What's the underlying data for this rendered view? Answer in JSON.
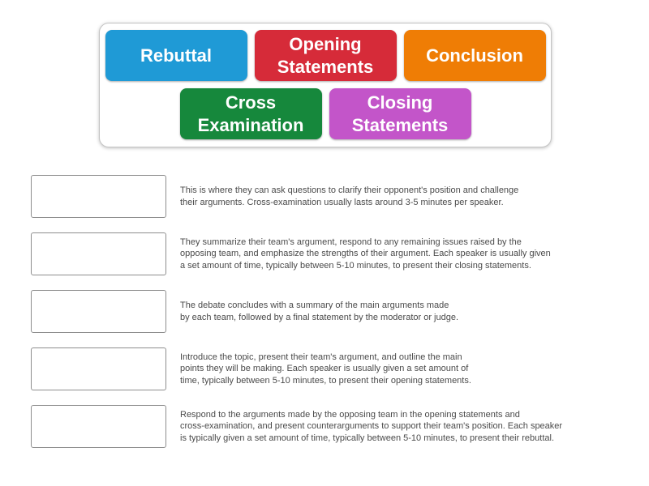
{
  "word_bank": {
    "tiles": [
      {
        "label": "Rebuttal",
        "color": "#1f9ad6"
      },
      {
        "label": "Opening Statements",
        "color": "#d62b39"
      },
      {
        "label": "Conclusion",
        "color": "#ef7d05"
      },
      {
        "label": "Cross Examination",
        "color": "#16883c"
      },
      {
        "label": "Closing Statements",
        "color": "#c355c9"
      }
    ]
  },
  "rows": [
    {
      "lines": [
        "This is where they can ask questions to clarify their opponent's position and challenge",
        "their arguments. Cross-examination usually lasts around 3-5 minutes per speaker."
      ]
    },
    {
      "lines": [
        "They summarize their team's argument, respond to any remaining issues raised by the",
        "opposing team, and emphasize the strengths of their argument. Each speaker is usually given",
        "a set amount of time, typically between 5-10 minutes, to present their closing statements."
      ]
    },
    {
      "lines": [
        "The debate concludes with a summary of the main arguments made",
        "by each team, followed by a final statement by the moderator or judge."
      ]
    },
    {
      "lines": [
        "Introduce the topic, present their team's argument, and outline the main",
        "points they will be making. Each speaker is usually given a set amount of",
        "time, typically between 5-10 minutes, to present their opening statements."
      ]
    },
    {
      "lines": [
        "Respond to the arguments made by the opposing team in the opening statements and",
        "cross-examination, and present counterarguments to support their team's position. Each speaker",
        "is typically given a set amount of time, typically between 5-10 minutes, to present their rebuttal."
      ]
    }
  ]
}
